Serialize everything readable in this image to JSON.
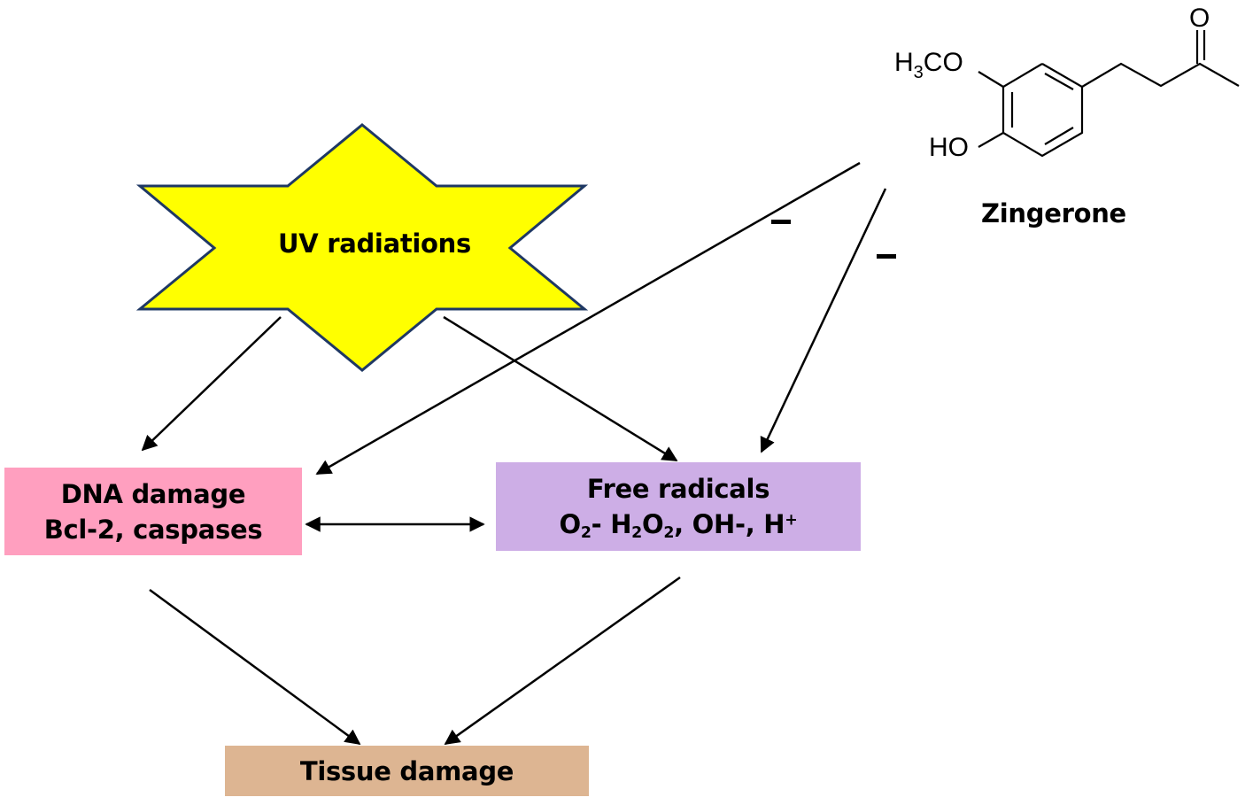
{
  "diagram": {
    "type": "flow-pathway",
    "nodes": {
      "uv": {
        "label": "UV radiations",
        "shape": "six-point-star",
        "fill": "#FFFF00",
        "stroke": "#1F3864"
      },
      "dna": {
        "line1": "DNA damage",
        "line2": "Bcl-2, caspases",
        "fill": "#FF9FBF"
      },
      "free_radicals": {
        "line1": "Free radicals",
        "line2_parts": {
          "o": "O",
          "two_a": "2",
          "dash1": "- H",
          "two_b": "2",
          "o2": "O",
          "two_c": "2",
          "rest": ", OH-, H",
          "plus": "+"
        },
        "line2_plain": "O2- H2O2, OH-, H+",
        "fill": "#CDAEE6"
      },
      "tissue": {
        "label": "Tissue damage",
        "fill": "#DDB592"
      },
      "zingerone": {
        "label": "Zingerone",
        "substituents": {
          "methoxy_h": "H",
          "methoxy_sub": "3",
          "methoxy_rest": "CO",
          "hydroxy": "HO",
          "ketone_o": "O"
        }
      }
    },
    "edges": [
      {
        "from": "uv",
        "to": "dna",
        "type": "arrow"
      },
      {
        "from": "uv",
        "to": "free_radicals",
        "type": "arrow"
      },
      {
        "from": "zingerone",
        "to": "dna",
        "type": "inhibition",
        "sign": "–"
      },
      {
        "from": "zingerone",
        "to": "free_radicals",
        "type": "inhibition",
        "sign": "–"
      },
      {
        "from": "dna",
        "to": "free_radicals",
        "type": "bidirectional"
      },
      {
        "from": "dna",
        "to": "tissue",
        "type": "arrow"
      },
      {
        "from": "free_radicals",
        "to": "tissue",
        "type": "arrow"
      }
    ],
    "inhibition_signs": [
      "–",
      "–"
    ],
    "colors": {
      "arrow": "#000000"
    }
  }
}
